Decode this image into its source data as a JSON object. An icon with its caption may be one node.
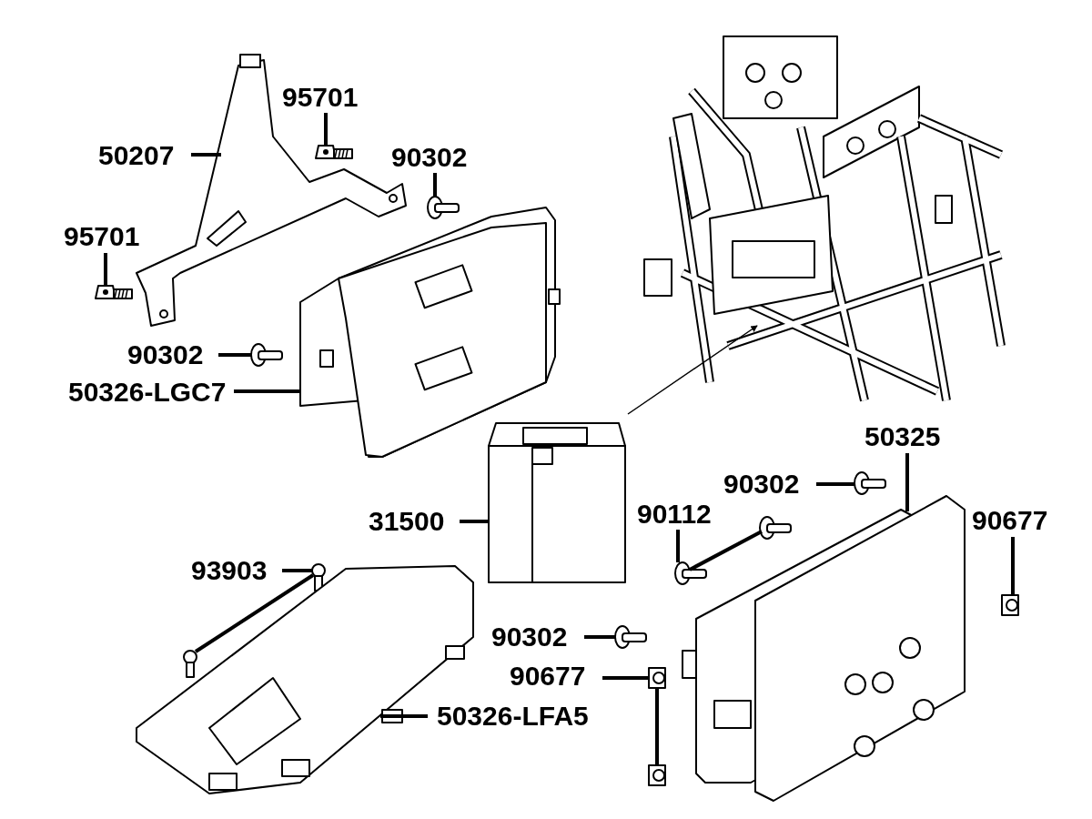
{
  "diagram": {
    "nodes": [
      {
        "text": [
          "95701"
        ]
      },
      {
        "text": [],
        "shape": "screw"
      },
      {
        "text": [
          "50207"
        ]
      },
      {
        "text": [],
        "shape": "picture"
      },
      {
        "text": [
          "90302"
        ]
      },
      {
        "text": [],
        "shape": "picture"
      },
      {
        "text": [
          "95701"
        ]
      },
      {
        "text": [],
        "shape": "screw"
      },
      {
        "text": [],
        "shape": "picture"
      },
      {
        "text": [
          "90302"
        ]
      },
      {
        "text": [],
        "shape": "picture"
      },
      {
        "text": [
          "50326-LGC7"
        ]
      },
      {
        "text": [],
        "shape": "picture"
      },
      {
        "text": [
          "50325"
        ]
      },
      {
        "text": [
          "90302"
        ]
      },
      {
        "text": [],
        "shape": "picture"
      },
      {
        "text": [
          "90112"
        ]
      },
      {
        "text": [],
        "shape": "picture"
      },
      {
        "text": [],
        "shape": "picture"
      },
      {
        "text": [
          "90677"
        ]
      },
      {
        "text": [],
        "shape": "picture"
      },
      {
        "text": [
          "31500"
        ]
      },
      {
        "text": [],
        "shape": "picture"
      },
      {
        "text": [
          "93903"
        ]
      },
      {
        "text": [],
        "shape": "picture"
      },
      {
        "text": [],
        "shape": "picture"
      },
      {
        "text": [],
        "shape": "picture"
      },
      {
        "text": [],
        "shape": "picture"
      },
      {
        "text": [
          "90302"
        ]
      },
      {
        "text": [],
        "shape": "picture"
      },
      {
        "text": [
          "90677"
        ]
      },
      {
        "text": [],
        "shape": "picture"
      },
      {
        "text": [],
        "shape": "picture"
      },
      {
        "text": [
          "50326-LFA5"
        ]
      }
    ],
    "edges": [
      {
        "from": 0,
        "to": 1,
        "arrow": "none"
      },
      {
        "from": 2,
        "to": 3,
        "arrow": "none"
      },
      {
        "from": 4,
        "to": 5,
        "arrow": "none"
      },
      {
        "from": 6,
        "to": 7,
        "arrow": "none"
      },
      {
        "from": 9,
        "to": 10,
        "arrow": "none"
      },
      {
        "from": 11,
        "to": 12,
        "arrow": "none"
      },
      {
        "from": 13,
        "to": 27,
        "arrow": "none"
      },
      {
        "from": 14,
        "to": 15,
        "arrow": "none"
      },
      {
        "from": 16,
        "to": 17,
        "arrow": "none"
      },
      {
        "from": 17,
        "to": 18,
        "arrow": "none"
      },
      {
        "from": 19,
        "to": 20,
        "arrow": "none"
      },
      {
        "from": 21,
        "to": 22,
        "arrow": "none"
      },
      {
        "from": 23,
        "to": 24,
        "arrow": "none"
      },
      {
        "from": 24,
        "to": 25,
        "arrow": "none"
      },
      {
        "from": 22,
        "to": 8,
        "arrow": "to"
      },
      {
        "from": 28,
        "to": 29,
        "arrow": "none"
      },
      {
        "from": 30,
        "to": 31,
        "arrow": "none"
      },
      {
        "from": 31,
        "to": 32,
        "arrow": "none"
      },
      {
        "from": 33,
        "to": 26,
        "arrow": "none"
      }
    ]
  }
}
